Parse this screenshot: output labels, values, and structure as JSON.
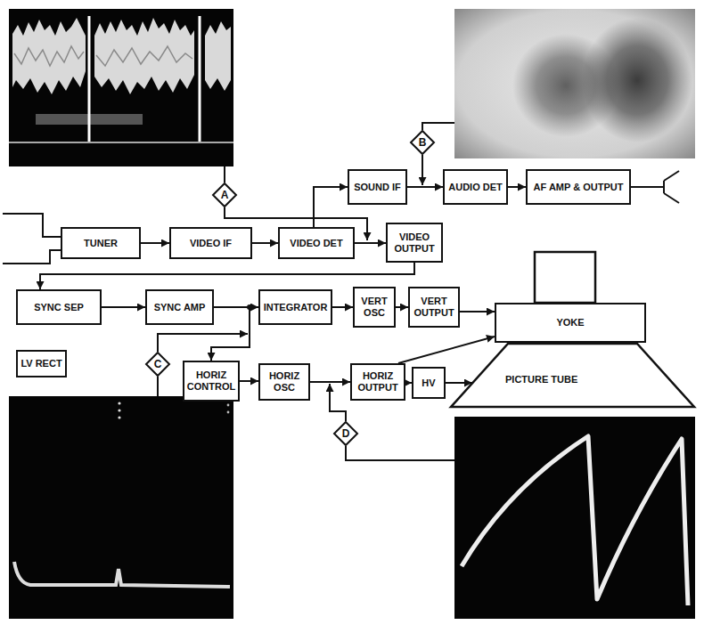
{
  "diagram": {
    "nodes": [
      {
        "text": [
          "A"
        ]
      },
      {
        "text": [
          "B"
        ]
      },
      {
        "text": [
          "SOUND IF"
        ]
      },
      {
        "text": [
          "AUDIO DET"
        ]
      },
      {
        "text": [
          "AF AMP & OUTPUT"
        ]
      },
      {
        "text": [
          "TUNER"
        ]
      },
      {
        "text": [
          "VIDEO IF"
        ]
      },
      {
        "text": [
          "VIDEO DET"
        ]
      },
      {
        "text": [
          "VIDEO OUTPUT"
        ]
      },
      {
        "text": [
          "SYNC SEP"
        ]
      },
      {
        "text": [
          "SYNC AMP"
        ]
      },
      {
        "text": [
          "INTEGRATOR"
        ]
      },
      {
        "text": [
          "VERT OSC"
        ]
      },
      {
        "text": [
          "VERT OUTPUT"
        ]
      },
      {
        "text": [
          "YOKE"
        ]
      },
      {
        "text": [
          "LV RECT"
        ]
      },
      {
        "text": [
          "C"
        ]
      },
      {
        "text": [
          "HORIZ CONTROL"
        ]
      },
      {
        "text": [
          "HORIZ OSC"
        ]
      },
      {
        "text": [
          "HORIZ OUTPUT"
        ]
      },
      {
        "text": [
          "HV"
        ]
      },
      {
        "text": [
          "PICTURE TUBE"
        ]
      },
      {
        "text": [
          "D"
        ]
      }
    ],
    "edges": [
      {
        "from": 5,
        "to": 6,
        "arrow": "to"
      },
      {
        "from": 6,
        "to": 7,
        "arrow": "to"
      },
      {
        "from": 7,
        "to": 8,
        "arrow": "to"
      },
      {
        "from": 7,
        "to": 2,
        "arrow": "to"
      },
      {
        "from": 2,
        "to": 3,
        "arrow": "to"
      },
      {
        "from": 3,
        "to": 4,
        "arrow": "to"
      },
      {
        "from": 8,
        "to": 9,
        "arrow": "to"
      },
      {
        "from": 9,
        "to": 10,
        "arrow": "to"
      },
      {
        "from": 10,
        "to": 11,
        "arrow": "to"
      },
      {
        "from": 10,
        "to": 17,
        "arrow": "to"
      },
      {
        "from": 11,
        "to": 12,
        "arrow": "to"
      },
      {
        "from": 12,
        "to": 13,
        "arrow": "to"
      },
      {
        "from": 13,
        "to": 14,
        "arrow": "to"
      },
      {
        "from": 17,
        "to": 18,
        "arrow": "to"
      },
      {
        "from": 18,
        "to": 19,
        "arrow": "to"
      },
      {
        "from": 19,
        "to": 14,
        "arrow": "to"
      },
      {
        "from": 19,
        "to": 20,
        "arrow": "to"
      },
      {
        "from": 20,
        "to": 21,
        "arrow": "to"
      }
    ]
  }
}
